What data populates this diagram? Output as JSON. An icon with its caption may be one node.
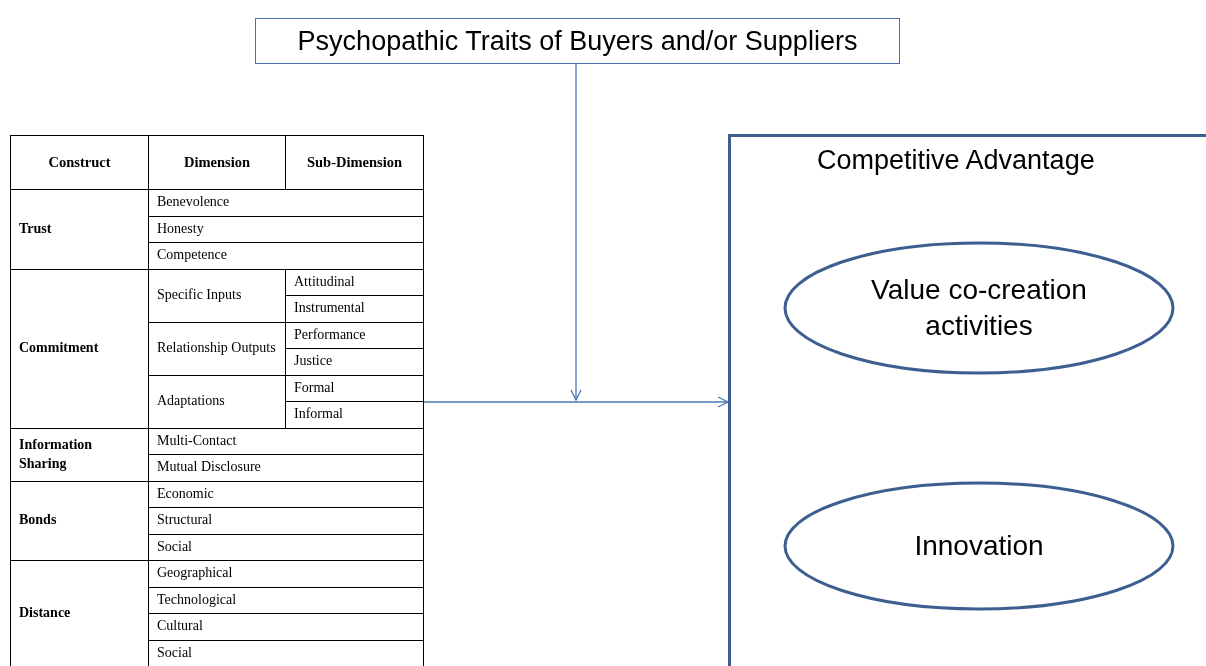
{
  "diagram": {
    "nodes": [
      {
        "text": [
          "Psychopathic Traits of Buyers and/or Suppliers"
        ]
      },
      {
        "text": [
          "Construct",
          "Dimension",
          "Sub-Dimension",
          "Trust",
          "Benevolence",
          "Honesty",
          "Competence",
          "Commitment",
          "Specific Inputs",
          "Attitudinal",
          "Instrumental",
          "Relationship Outputs",
          "Performance",
          "Justice",
          "Adaptations",
          "Formal",
          "Informal",
          "Information Sharing",
          "Multi-Contact",
          "Mutual Disclosure",
          "Bonds",
          "Economic",
          "Structural",
          "Social",
          "Distance",
          "Geographical",
          "Technological",
          "Cultural",
          "Social"
        ]
      },
      {
        "text": [
          "Competitive Advantage"
        ]
      },
      {
        "text": [
          "Value co-creation activities"
        ],
        "in": 2
      },
      {
        "text": [
          "Innovation"
        ],
        "in": 2
      }
    ],
    "edges": [
      {
        "from": 1,
        "to": 2,
        "arrow": "to"
      },
      {
        "from": 0,
        "to": null,
        "arrow": "to"
      }
    ]
  }
}
